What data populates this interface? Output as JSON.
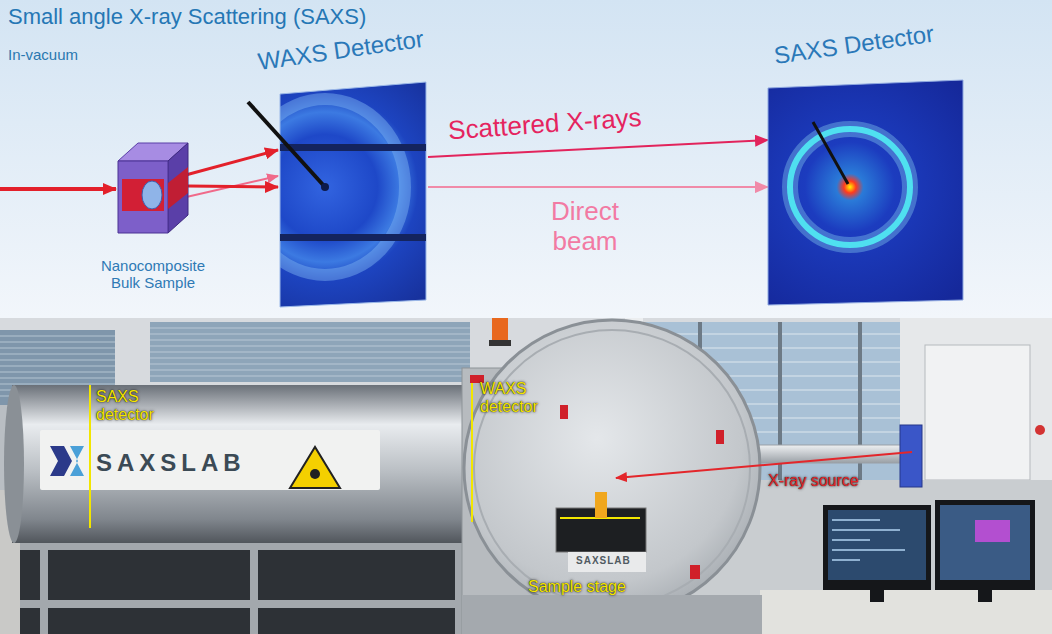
{
  "diagram": {
    "title": "Small angle X-ray Scattering (SAXS)",
    "nodes": [
      {
        "text": [
          "Nanocomposite Bulk Sample"
        ]
      },
      {
        "text": [
          "WAXS Detector"
        ]
      },
      {
        "text": [
          "SAXS Detector"
        ]
      }
    ],
    "edges": [
      {
        "from": 0,
        "to": 1,
        "arrow": "to"
      },
      {
        "from": 1,
        "to": 2,
        "label": "Scattered X-rays",
        "arrow": "to"
      },
      {
        "from": 1,
        "to": 2,
        "label": "Direct beam",
        "arrow": "to"
      }
    ],
    "labels": [
      "In-vacuum",
      "SAXS detector",
      "SAXSLAB",
      "WAXS detector",
      "SAXSLAB",
      "Sample stage",
      "X-ray source"
    ]
  }
}
